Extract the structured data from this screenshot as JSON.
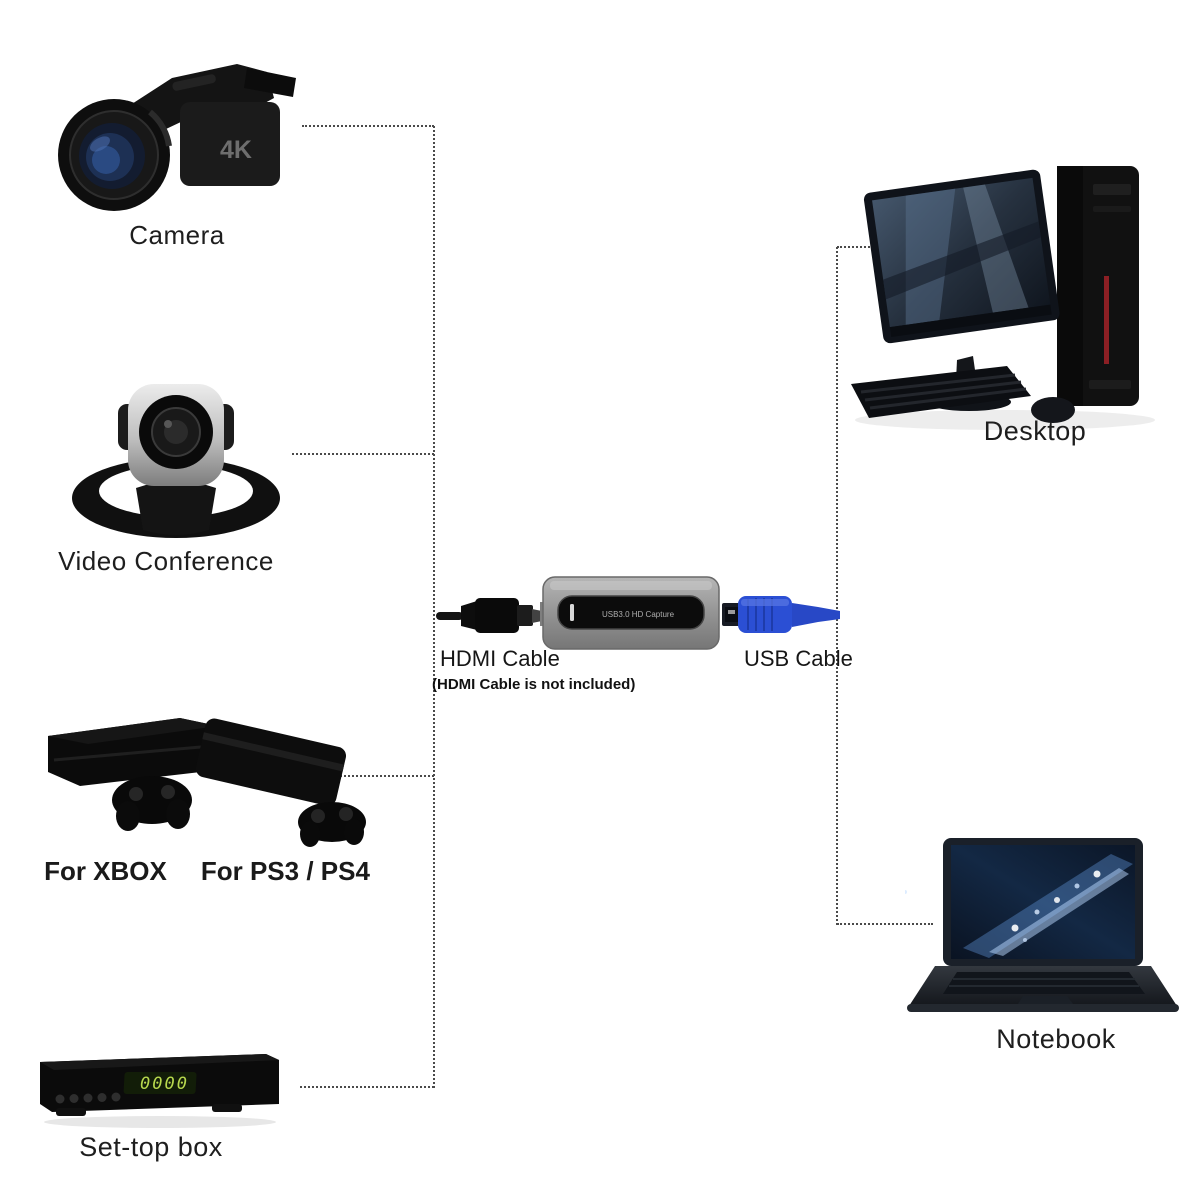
{
  "sources": {
    "camera": {
      "label": "Camera",
      "badge": "4K"
    },
    "video_conference": {
      "label": "Video Conference"
    },
    "consoles": {
      "xbox_label": "For XBOX",
      "ps_label": "For PS3 / PS4"
    },
    "set_top_box": {
      "label": "Set-top box",
      "display": "0000"
    }
  },
  "outputs": {
    "desktop": {
      "label": "Desktop"
    },
    "notebook": {
      "label": "Notebook"
    }
  },
  "center": {
    "device_face_text": "USB3.0 HD Capture",
    "hdmi_cable_label": "HDMI Cable",
    "hdmi_cable_note": "(HDMI Cable is not included)",
    "usb_cable_label": "USB Cable"
  },
  "connections": {
    "line_style": "dotted",
    "line_color": "#4a4a4a",
    "left_bus_connects": 4,
    "right_bus_connects": 2
  },
  "colors": {
    "background": "#ffffff",
    "label_text": "#1c1c1c",
    "usb_blue": "#2b4fd4",
    "hdmi_black": "#0a0a0a",
    "device_gray": "#9c9c9c",
    "led_green": "#b8d94e"
  }
}
